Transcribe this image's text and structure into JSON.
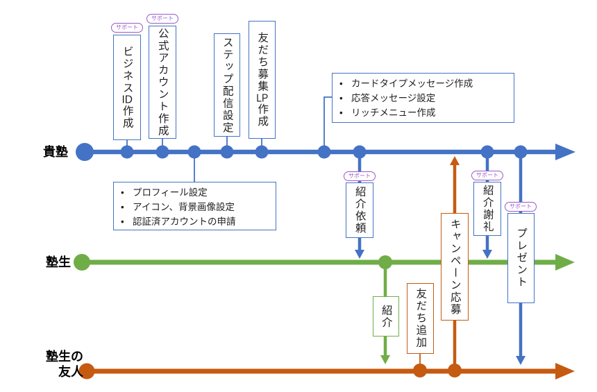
{
  "diagram": {
    "bullet_char": "•",
    "badge": "サポート",
    "colors": {
      "blue": "#4472C4",
      "green": "#70AD47",
      "orange": "#C55A11",
      "purple": "#9B59C7"
    },
    "lanes": {
      "kijuku": {
        "label": "貴塾"
      },
      "jukusei": {
        "label": "塾生"
      },
      "yujin": {
        "label_line1": "塾生の",
        "label_line2": "友人"
      }
    },
    "boxes": {
      "business_id": "ビジネスID作成",
      "official_account": "公式アカウント作成",
      "step_delivery": "ステップ配信設定",
      "friend_lp": "友だち募集LP作成",
      "shokai_irai": "紹介依頼",
      "shokai_sharei": "紹介謝礼",
      "present": "プレゼント",
      "campaign": "キャンペーン応募",
      "shokai": "紹介",
      "friend_add": "友だち追加"
    },
    "notes": {
      "message_setup": {
        "items": [
          "カードタイプメッセージ作成",
          "応答メッセージ設定",
          "リッチメニュー作成"
        ]
      },
      "profile_setup": {
        "items": [
          "プロフィール設定",
          "アイコン、背景画像設定",
          "認証済アカウントの申請"
        ]
      }
    }
  }
}
